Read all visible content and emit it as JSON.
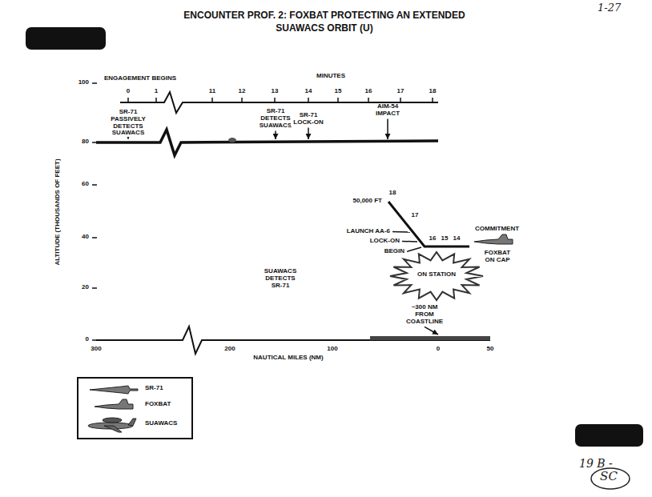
{
  "diagram": {
    "title": "ENCOUNTER PROF. 2: FOXBAT PROTECTING AN EXTENDED SUAWACS ORBIT (U)",
    "labels": [
      "1-27",
      "ENGAGEMENT BEGINS",
      "MINUTES",
      "0",
      "1",
      "11",
      "12",
      "13",
      "14",
      "15",
      "16",
      "17",
      "18",
      "100",
      "80",
      "60",
      "40",
      "20",
      "0",
      "ALTITUDE (THOUSANDS OF FEET)",
      "SR-71 PASSIVELY DETECTS SUAWACS",
      "SR-71 DETECTS SUAWACS",
      "SR-71 LOCK-ON",
      "AIM-54 IMPACT",
      "50,000 FT",
      "18",
      "17",
      "LAUNCH AA-6",
      "LOCK-ON",
      "BEGIN",
      "16",
      "15",
      "14",
      "COMMITMENT",
      "FOXBAT ON CAP",
      "ON STATION",
      "SUAWACS DETECTS SR-71",
      "~300 NM FROM COASTLINE",
      "300",
      "200",
      "100",
      "0",
      "50",
      "NAUTICAL MILES (NM)",
      "19 B -",
      "SC"
    ],
    "legend": [
      {
        "text": "SR-71"
      },
      {
        "text": "FOXBAT"
      },
      {
        "text": "SUAWACS"
      }
    ]
  }
}
